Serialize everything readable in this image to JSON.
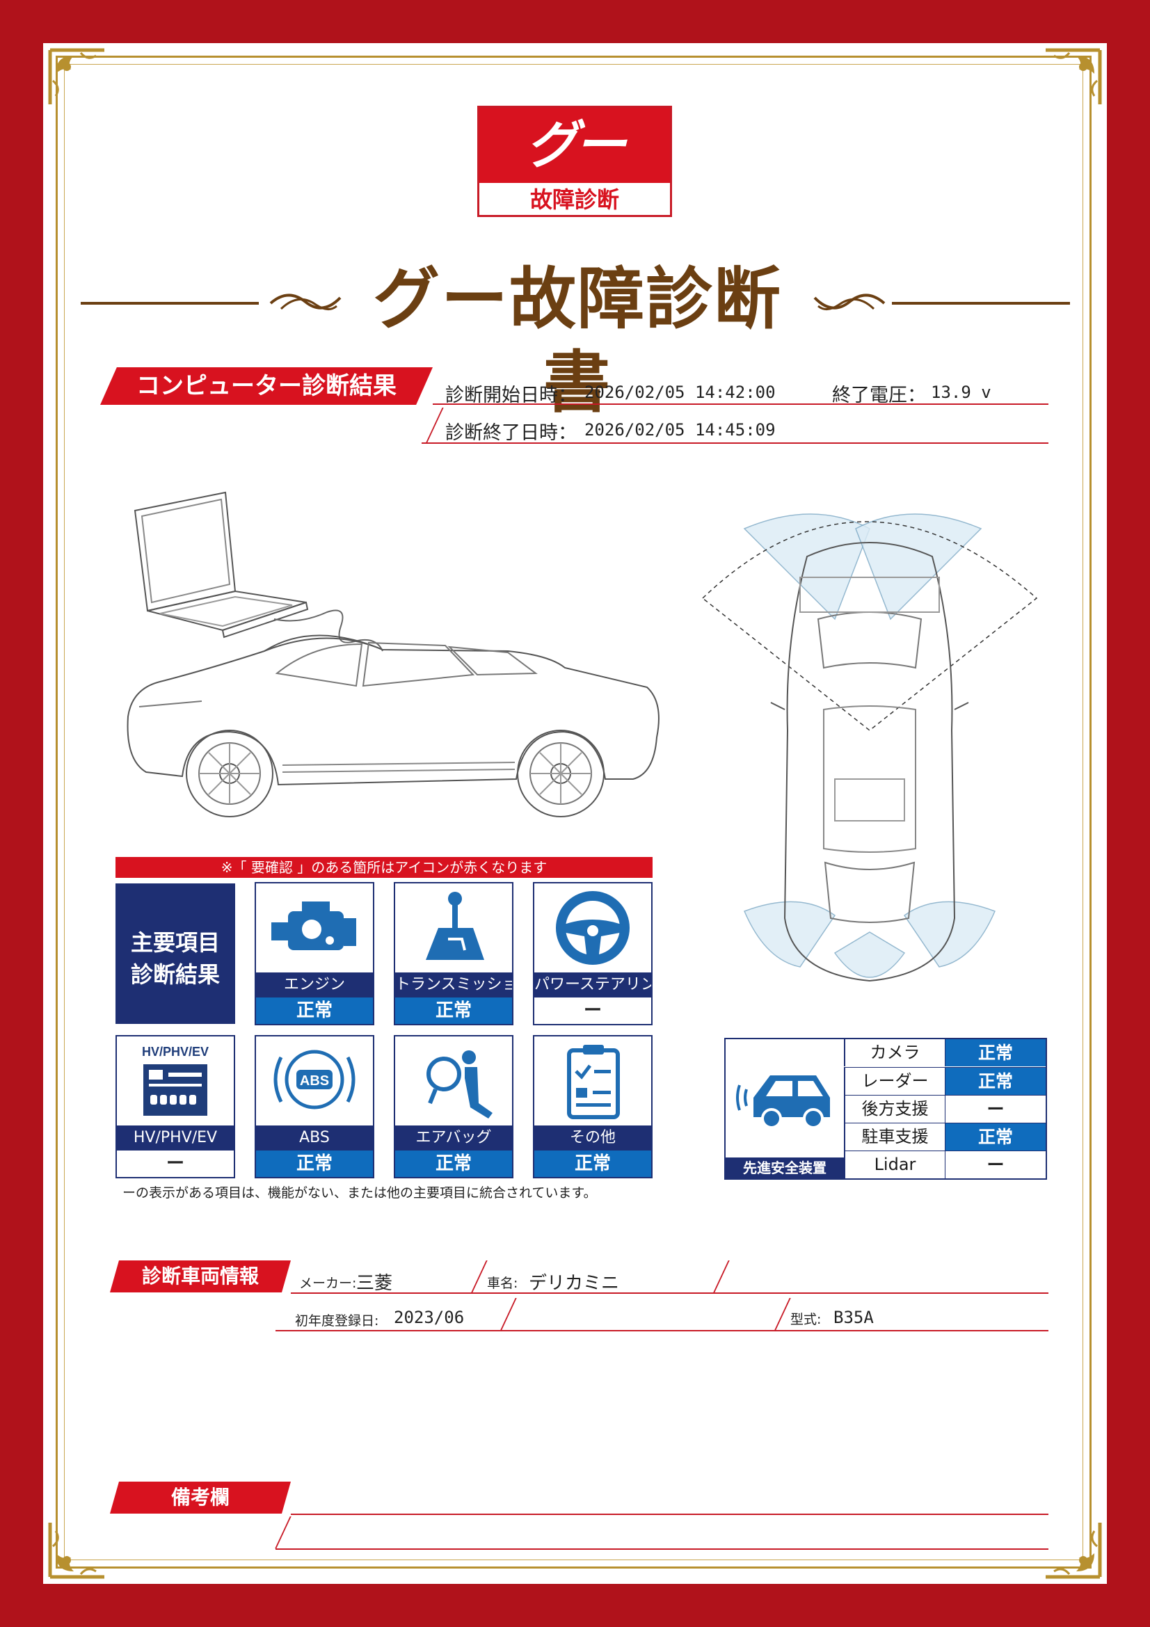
{
  "logo": {
    "mark": "グー",
    "caption": "故障診断"
  },
  "title": "グー故障診断書",
  "computer_diagnosis": {
    "heading": "コンピューター診断結果",
    "start_label": "診断開始日時：",
    "start_value": "2026/02/05 14:42:00",
    "end_label": "診断終了日時：",
    "end_value": "2026/02/05 14:45:09",
    "voltage_label": "終了電圧：",
    "voltage_value": "13.9 v"
  },
  "notice": "※「 要確認 」のある箇所はアイコンが赤くなります",
  "main_items": {
    "heading_line1": "主要項目",
    "heading_line2": "診断結果",
    "items": [
      {
        "label": "エンジン",
        "status": "正常",
        "icon": "engine-icon"
      },
      {
        "label": "トランスミッション",
        "status": "正常",
        "icon": "gear-shift-icon"
      },
      {
        "label": "パワーステアリング",
        "status": "ー",
        "icon": "steering-wheel-icon"
      },
      {
        "label": "HV/PHV/EV",
        "status": "ー",
        "icon": "hybrid-ev-icon",
        "badge": "HV/PHV/EV"
      },
      {
        "label": "ABS",
        "status": "正常",
        "icon": "abs-icon",
        "badge": "ABS"
      },
      {
        "label": "エアバッグ",
        "status": "正常",
        "icon": "airbag-icon"
      },
      {
        "label": "その他",
        "status": "正常",
        "icon": "clipboard-icon"
      }
    ]
  },
  "footnote": "ーの表示がある項目は、機能がない、または他の主要項目に統合されています。",
  "safety": {
    "heading": "先進安全装置",
    "rows": [
      {
        "name": "カメラ",
        "value": "正常"
      },
      {
        "name": "レーダー",
        "value": "正常"
      },
      {
        "name": "後方支援",
        "value": "ー"
      },
      {
        "name": "駐車支援",
        "value": "正常"
      },
      {
        "name": "Lidar",
        "value": "ー"
      }
    ]
  },
  "vehicle": {
    "heading": "診断車両情報",
    "maker_label": "メーカー:",
    "maker_value": "三菱",
    "name_label": "車名:",
    "name_value": "デリカミニ",
    "registration_label": "初年度登録日:",
    "registration_value": "2023/06",
    "model_label": "型式:",
    "model_value": "B35A"
  },
  "remarks": {
    "heading": "備考欄"
  },
  "colors": {
    "red": "#d8121f",
    "navy": "#1e2f73",
    "blue": "#0f6cbd",
    "brown": "#6b3f12",
    "gold": "#b7902f"
  }
}
